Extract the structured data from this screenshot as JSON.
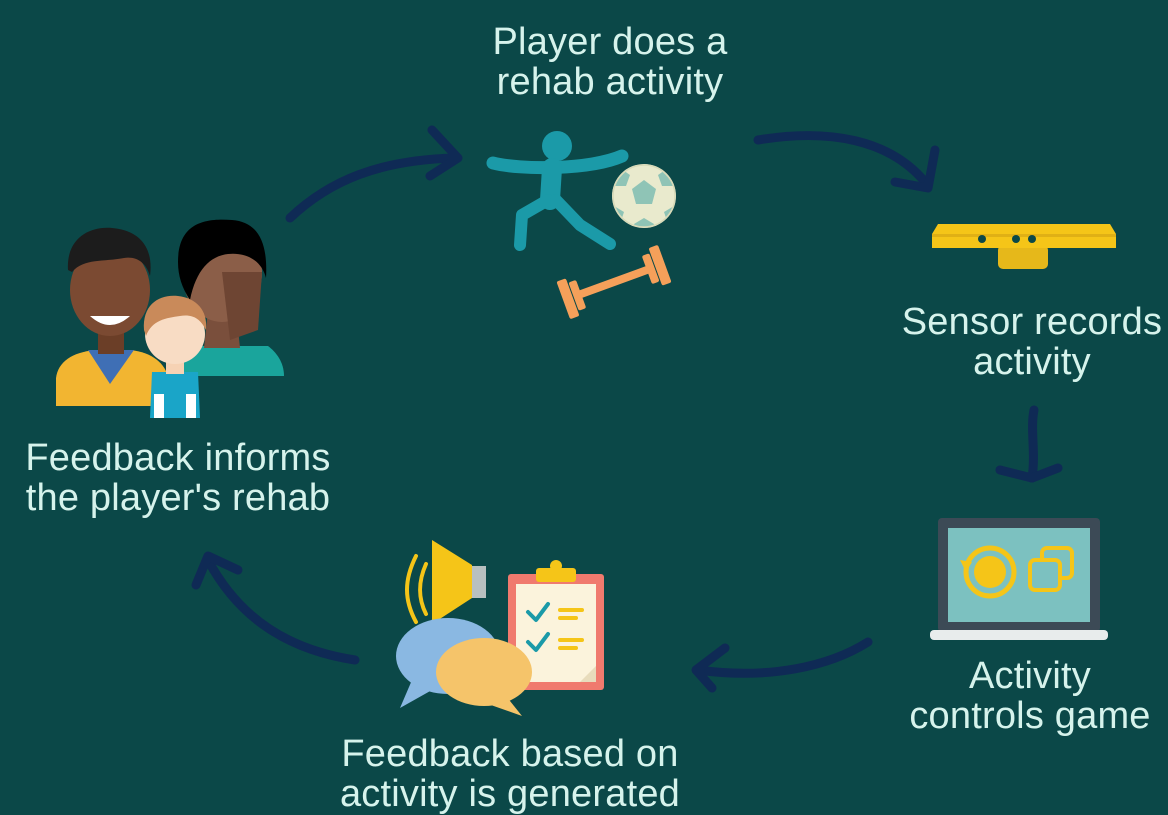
{
  "diagram": {
    "steps": [
      {
        "id": "rehab",
        "line1": "Player does a",
        "line2": "rehab activity",
        "icon": "exercising-person-icon"
      },
      {
        "id": "sensor",
        "line1": "Sensor records",
        "line2": "activity",
        "icon": "motion-sensor-icon"
      },
      {
        "id": "game",
        "line1": "Activity",
        "line2": "controls game",
        "icon": "laptop-game-icon"
      },
      {
        "id": "generated",
        "line1": "Feedback based on",
        "line2": "activity is generated",
        "icon": "feedback-icon"
      },
      {
        "id": "informs",
        "line1": "Feedback informs",
        "line2": "the player's rehab",
        "icon": "family-icon"
      }
    ],
    "colors": {
      "background": "#0b4848",
      "text": "#d6f3ec",
      "arrow": "#0f2a55",
      "teal": "#1b9aa8",
      "yellow": "#f5c518",
      "orange": "#f5a05a"
    }
  }
}
